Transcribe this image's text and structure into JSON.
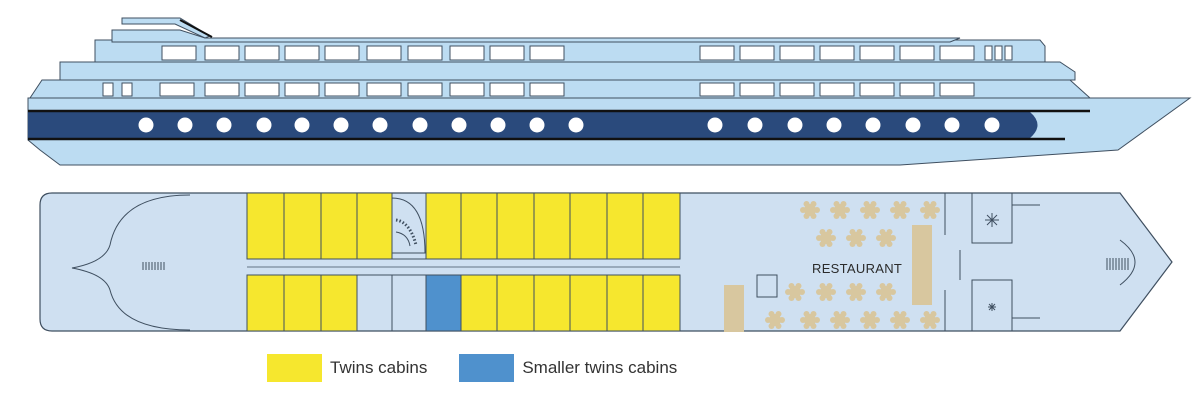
{
  "colors": {
    "hull_light": "#bcdcf2",
    "hull_dark": "#2a4a7c",
    "deck_fill": "#cfe0f1",
    "outline": "#3f4f60",
    "twin_cabin": "#f6e72e",
    "smaller_twin_cabin": "#4f91cd",
    "table": "#d8c79f"
  },
  "deck_plan": {
    "restaurant_label": "RESTAURANT"
  },
  "legend": [
    {
      "label": "Twins cabins",
      "color": "#f6e72e"
    },
    {
      "label": "Smaller twins cabins",
      "color": "#4f91cd"
    }
  ],
  "cabins": {
    "top_row": [
      "twin",
      "twin",
      "twin",
      "twin",
      "stair",
      "twin",
      "twin",
      "twin",
      "twin",
      "twin",
      "twin",
      "twin"
    ],
    "bottom_row": [
      "twin",
      "twin",
      "twin",
      "corridor",
      "corridor",
      "smaller",
      "twin",
      "twin",
      "twin",
      "twin",
      "twin",
      "twin"
    ]
  },
  "icons": [
    "snowflake-icon",
    "asterisk-icon",
    "stairs-icon"
  ]
}
